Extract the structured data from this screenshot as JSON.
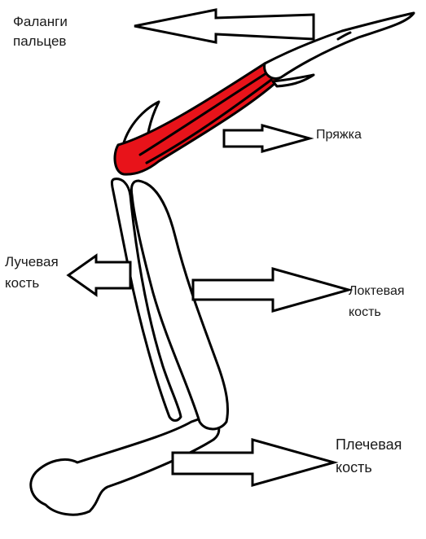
{
  "colors": {
    "bone_outline": "#000000",
    "bone_fill": "#ffffff",
    "buckle_fill": "#e8131a",
    "text": "#1a1a1a",
    "background": "#ffffff"
  },
  "labels": {
    "phalanges": {
      "line1": "Фаланги",
      "line2": "пальцев"
    },
    "buckle": {
      "line1": "Пряжка"
    },
    "radius": {
      "line1": "Лучевая",
      "line2": "кость"
    },
    "ulna": {
      "line1": "Локтевая",
      "line2": "кость"
    },
    "humerus": {
      "line1": "Плечевая",
      "line2": "кость"
    }
  }
}
